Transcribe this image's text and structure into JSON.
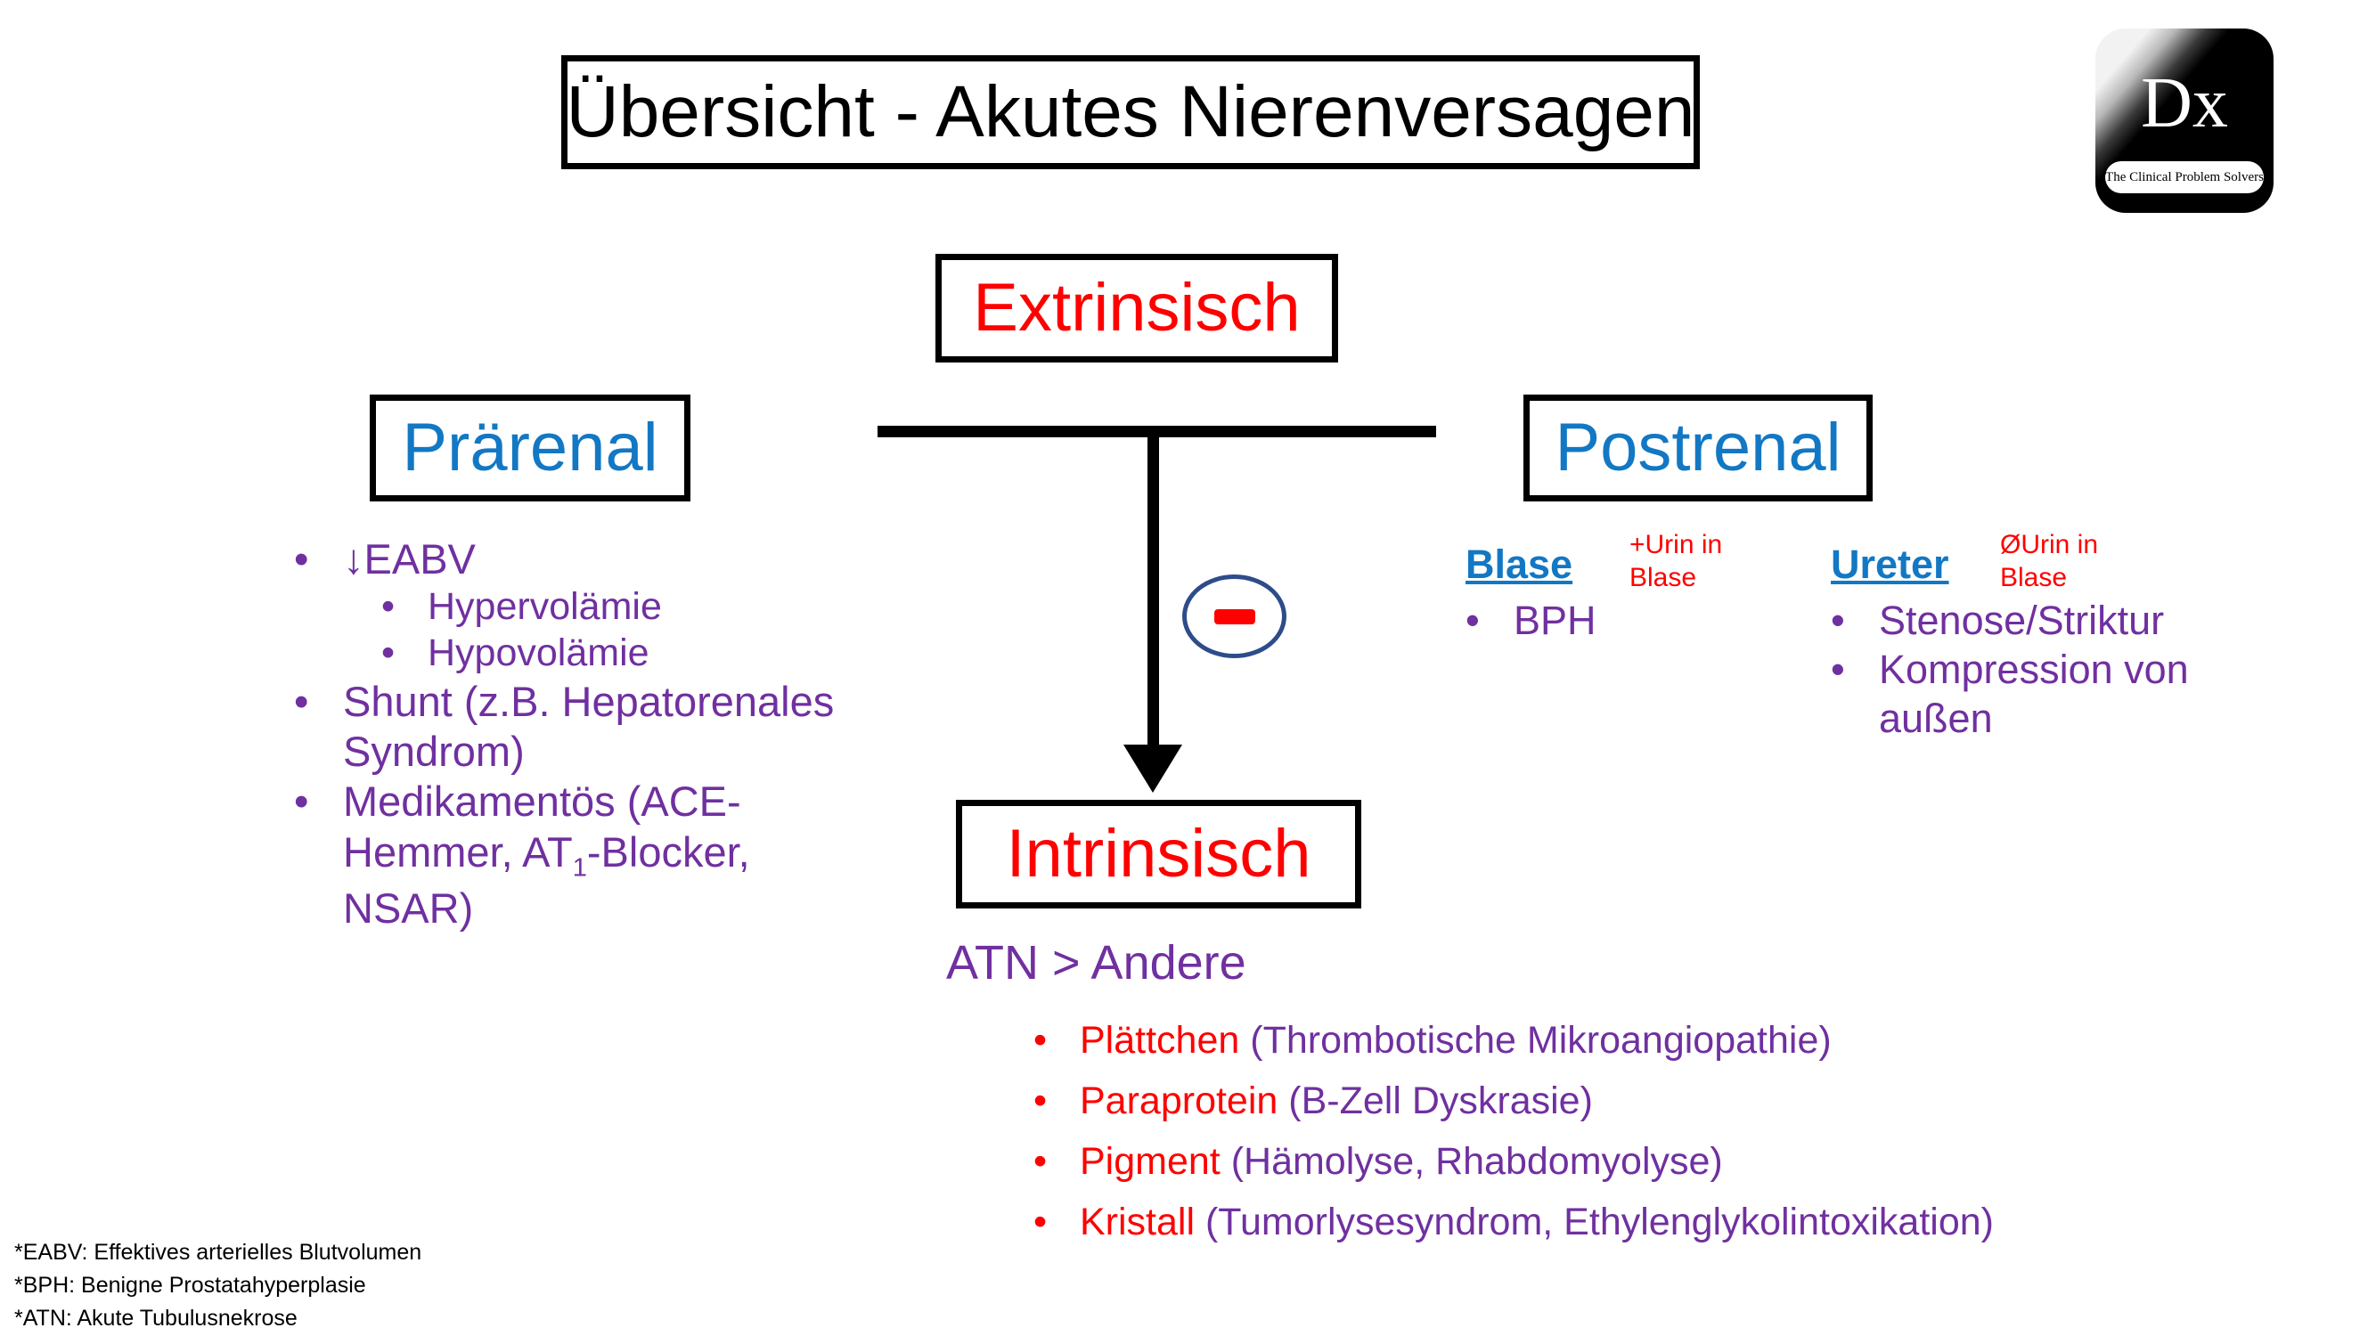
{
  "title": "Übersicht - Akutes Nierenversagen",
  "logo": {
    "mark": "Dx",
    "tagline": "The Clinical Problem Solvers"
  },
  "colors": {
    "blue_heading": "#1278C4",
    "red": "#FF0000",
    "purple": "#7030A0",
    "black": "#000000",
    "marker_ring": "#2E4C8A"
  },
  "boxes": {
    "extrinsisch": "Extrinsisch",
    "intrinsisch": "Intrinsisch",
    "praerenal": "Prärenal",
    "postrenal": "Postrenal"
  },
  "connector": {
    "inhibition_symbol": "−"
  },
  "praerenal": {
    "items": [
      {
        "level": 1,
        "text": "↓EABV"
      },
      {
        "level": 2,
        "text": "Hypervolämie"
      },
      {
        "level": 2,
        "text": "Hypovolämie"
      },
      {
        "level": 1,
        "text": "Shunt (z.B. Hepatorenales Syndrom)"
      },
      {
        "level": 1,
        "text": "Medikamentös (ACE-Hemmer, AT1-Blocker, NSAR)"
      }
    ]
  },
  "postrenal": {
    "blase": {
      "heading": "Blase",
      "note_line1": "+Urin in",
      "note_line2": "Blase",
      "items": [
        "BPH"
      ]
    },
    "ureter": {
      "heading": "Ureter",
      "note_line1": "ØUrin in",
      "note_line2": "Blase",
      "items": [
        "Stenose/Striktur",
        "Kompression von außen"
      ]
    }
  },
  "intrinsisch": {
    "heading": "ATN > Andere",
    "items": [
      {
        "keyword": "Plättchen",
        "detail": "(Thrombotische Mikroangiopathie)"
      },
      {
        "keyword": "Paraprotein",
        "detail": "(B-Zell Dyskrasie)"
      },
      {
        "keyword": "Pigment",
        "detail": "(Hämolyse, Rhabdomyolyse)"
      },
      {
        "keyword": "Kristall",
        "detail": "(Tumorlysesyndrom, Ethylenglykolintoxikation)"
      }
    ]
  },
  "footnotes": [
    "*EABV: Effektives arterielles Blutvolumen",
    "*BPH: Benigne Prostatahyperplasie",
    "*ATN: Akute Tubulusnekrose"
  ],
  "bullet_glyph": "•"
}
